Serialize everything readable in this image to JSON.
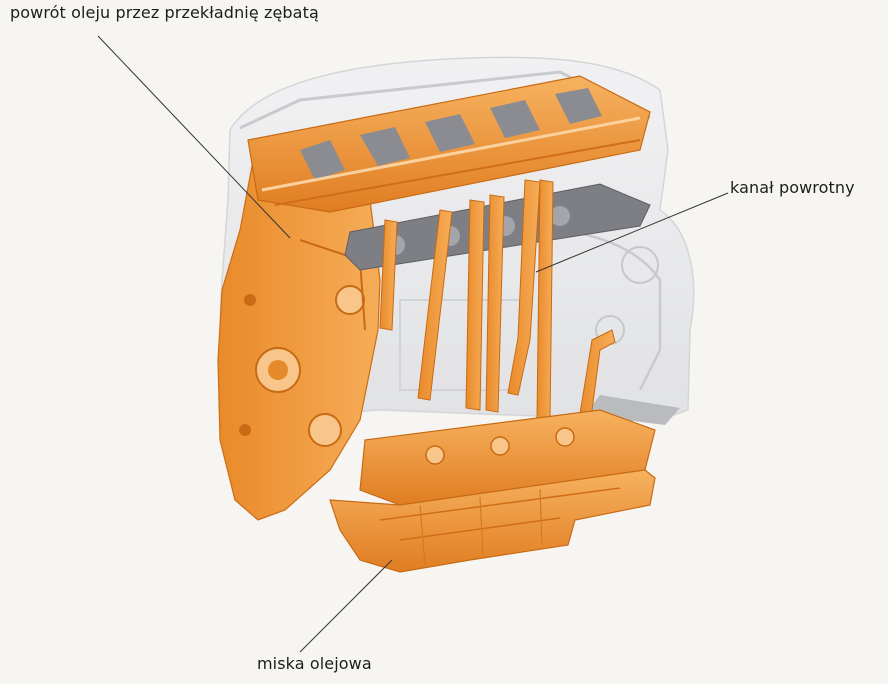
{
  "labels": {
    "gear_return": "powrót oleju przez przekładnię zębatą",
    "return_channel": "kanał powrotny",
    "oil_pan": "miska olejowa"
  },
  "colors": {
    "oil_orange": "#f0922e",
    "oil_orange_dark": "#d9741b",
    "oil_orange_light": "#f7b25f",
    "engine_ghost": "#e4e4e6",
    "engine_outline": "#c9cacd",
    "gray_gasket": "#7d7f84",
    "background": "#f6f5f2",
    "leader_line": "#333333"
  }
}
